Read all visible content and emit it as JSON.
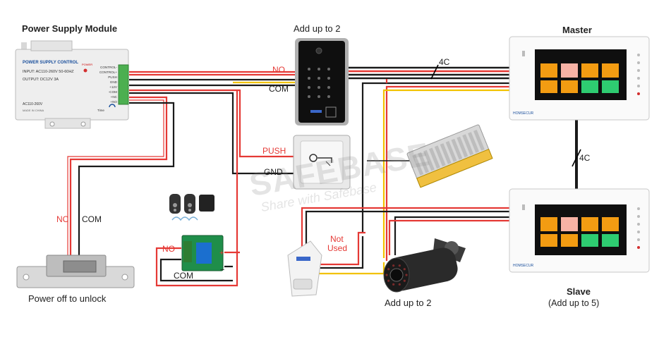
{
  "titles": {
    "power_supply": "Power Supply Module",
    "master": "Master",
    "slave": "Slave",
    "slave_sub": "(Add up to 5)",
    "keypad_count": "Add up to 2",
    "camera_count": "Add up to 2",
    "lock_caption": "Power off to unlock"
  },
  "psu_text": {
    "header": "POWER SUPPLY CONTROL",
    "input": "INPUT: AC110-260V 50-60HZ",
    "output": "OUTPUT: DC12V  3A",
    "ac": "AC110-260V",
    "made": "MADE IN CHINA",
    "power": "POWER",
    "time": "Time",
    "terminals": [
      "CONTROL-",
      "CONTROL+",
      "PUSH",
      "GND",
      "+12V",
      "-COM",
      "+NC",
      "+NO"
    ]
  },
  "wire_labels": {
    "no_keypad": "NO",
    "com_keypad": "COM",
    "push": "PUSH",
    "gnd": "GND",
    "nc_lock": "NC",
    "com_lock": "COM",
    "no_relay": "NO",
    "com_relay": "COM",
    "not_used_1": "Not",
    "not_used_2": "Used",
    "relay_plus": "+",
    "relay_minus": "−",
    "cable_4c_top": "4C",
    "cable_4c_mid": "4C"
  },
  "watermark": {
    "main": "SAFEBASE",
    "sub": "Share with Safebase"
  },
  "monitor_brand": "HOMSECUR",
  "colors": {
    "wire_red": "#e53935",
    "wire_black": "#1a1a1a",
    "wire_yellow": "#f2c200",
    "tile_orange": "#f39c12",
    "tile_green": "#2ecc71",
    "tile_pink": "#f7b2a5"
  }
}
